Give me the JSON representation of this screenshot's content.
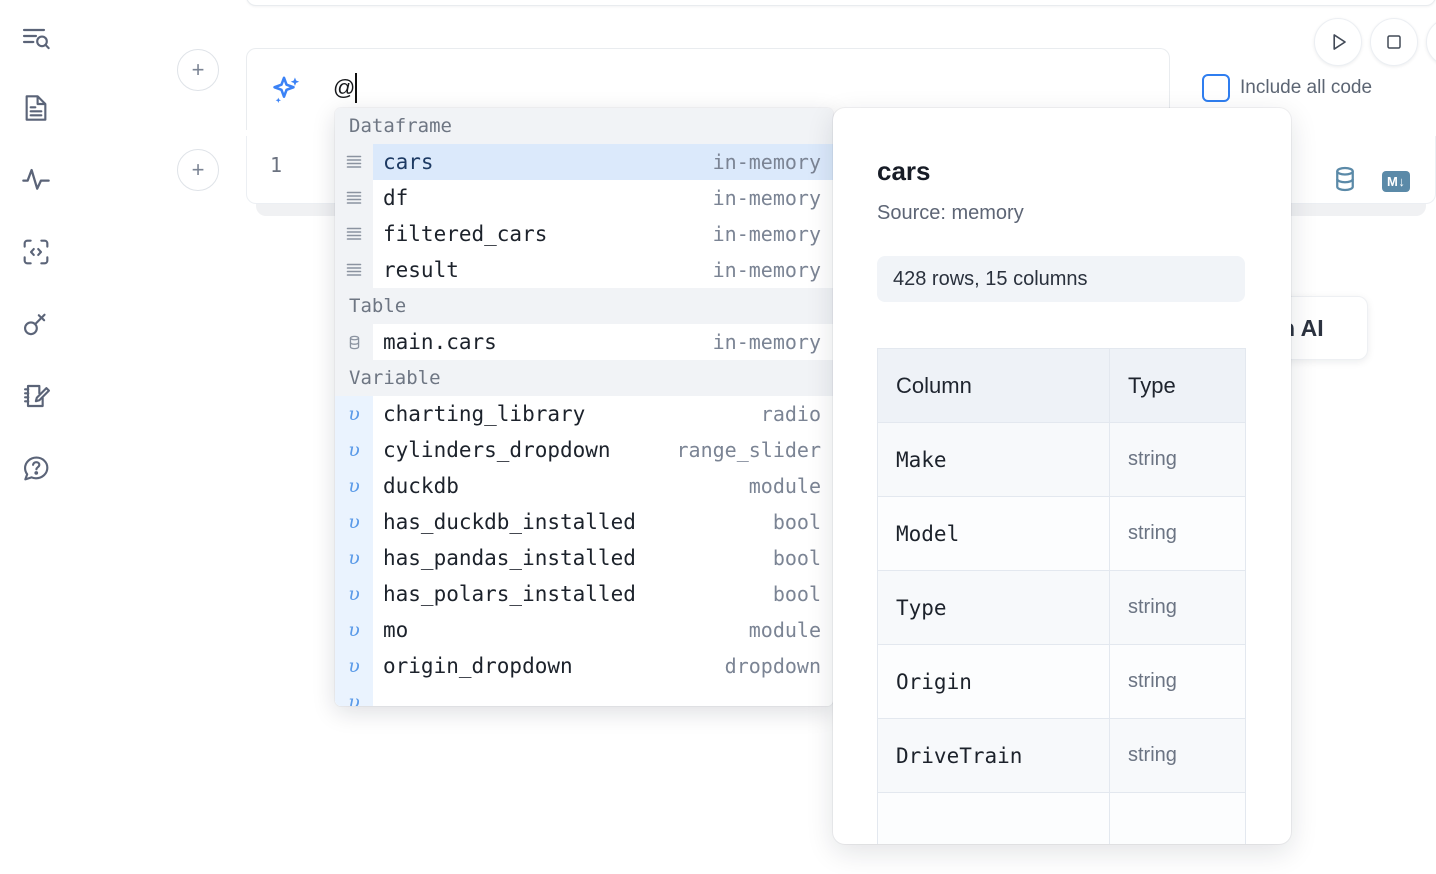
{
  "rail": {
    "items": [
      {
        "name": "explore-search-icon",
        "label": "Explore"
      },
      {
        "name": "file-document-icon",
        "label": "Files"
      },
      {
        "name": "activity-pulse-icon",
        "label": "Activity"
      },
      {
        "name": "code-snippet-icon",
        "label": "Snippets"
      },
      {
        "name": "key-secret-icon",
        "label": "Secrets"
      },
      {
        "name": "notebook-edit-icon",
        "label": "Scratchpad"
      },
      {
        "name": "help-question-icon",
        "label": "Help"
      }
    ]
  },
  "toolbar": {
    "run_label": "Run",
    "stop_label": "Stop",
    "extra_label": "More",
    "add_cell_label": "+",
    "include_all_code_label": "Include all code",
    "include_all_code_checked": false
  },
  "ai_prompt": {
    "value": "@",
    "placeholder": "",
    "icon": "sparkle-icon"
  },
  "code_cell": {
    "line_number": "1",
    "icons": [
      {
        "name": "database-icon",
        "label": "Database"
      },
      {
        "name": "markdown-icon",
        "label": "M↓"
      }
    ]
  },
  "ai_chip": {
    "label": "h AI"
  },
  "autocomplete": {
    "groups": [
      {
        "label": "Dataframe",
        "icon": "dataframe-icon",
        "kind_class": "df",
        "items": [
          {
            "name": "cars",
            "kind": "in-memory",
            "selected": true
          },
          {
            "name": "df",
            "kind": "in-memory",
            "selected": false
          },
          {
            "name": "filtered_cars",
            "kind": "in-memory",
            "selected": false
          },
          {
            "name": "result",
            "kind": "in-memory",
            "selected": false
          }
        ]
      },
      {
        "label": "Table",
        "icon": "table-database-icon",
        "kind_class": "tbl",
        "items": [
          {
            "name": "main.cars",
            "kind": "in-memory",
            "selected": false
          }
        ]
      },
      {
        "label": "Variable",
        "icon": "variable-icon",
        "kind_class": "var",
        "items": [
          {
            "name": "charting_library",
            "kind": "radio",
            "selected": false
          },
          {
            "name": "cylinders_dropdown",
            "kind": "range_slider",
            "selected": false
          },
          {
            "name": "duckdb",
            "kind": "module",
            "selected": false
          },
          {
            "name": "has_duckdb_installed",
            "kind": "bool",
            "selected": false
          },
          {
            "name": "has_pandas_installed",
            "kind": "bool",
            "selected": false
          },
          {
            "name": "has_polars_installed",
            "kind": "bool",
            "selected": false
          },
          {
            "name": "mo",
            "kind": "module",
            "selected": false
          },
          {
            "name": "origin_dropdown",
            "kind": "dropdown",
            "selected": false
          }
        ]
      }
    ]
  },
  "doc_panel": {
    "title": "cars",
    "source": "Source: memory",
    "shape": "428 rows, 15 columns",
    "columns_header": "Column",
    "type_header": "Type",
    "rows": [
      {
        "column": "Make",
        "type": "string"
      },
      {
        "column": "Model",
        "type": "string"
      },
      {
        "column": "Type",
        "type": "string"
      },
      {
        "column": "Origin",
        "type": "string"
      },
      {
        "column": "DriveTrain",
        "type": "string"
      }
    ]
  },
  "colors": {
    "accent_blue": "#2f7ef0",
    "sparkle_blue": "#3b82f6",
    "selected_row": "#dbe9fb",
    "group_header_bg": "#f1f3f6",
    "icon_steel": "#5b8aa8"
  }
}
